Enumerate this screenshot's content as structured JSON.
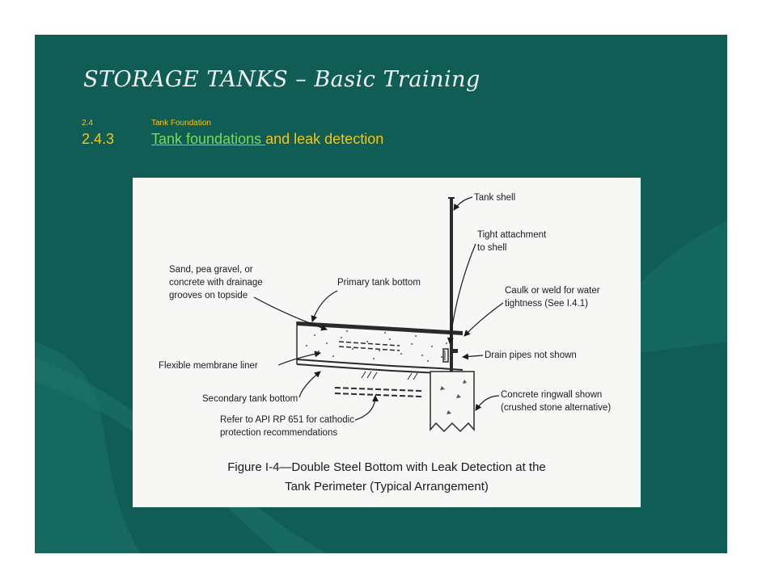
{
  "slide": {
    "title": "STORAGE TANKS – Basic Training",
    "section_number_small": "2.4",
    "section_label_small": "Tank Foundation",
    "section_number": "2.4.3",
    "section_title_link": "Tank foundations ",
    "section_title_rest": "and leak detection"
  },
  "figure": {
    "labels": {
      "tank_shell": "Tank shell",
      "tight_attachment_1": "Tight attachment",
      "tight_attachment_2": "to shell",
      "sand_1": "Sand, pea gravel, or",
      "sand_2": "concrete with drainage",
      "sand_3": "grooves on topside",
      "primary_bottom": "Primary tank bottom",
      "caulk_1": "Caulk or weld for water",
      "caulk_2": "tightness (See I.4.1)",
      "drain_pipes": "Drain pipes not shown",
      "flexible_liner": "Flexible membrane liner",
      "secondary_bottom": "Secondary tank bottom",
      "ringwall_1": "Concrete ringwall shown",
      "ringwall_2": "(crushed stone alternative)",
      "api_1": "Refer to API RP 651 for cathodic",
      "api_2": "protection recommendations"
    },
    "caption_line_1": "Figure I-4—Double Steel Bottom with Leak Detection at the",
    "caption_line_2": "Tank Perimeter (Typical Arrangement)"
  },
  "colors": {
    "slide_background": "#0f5d55",
    "title_text": "#f2f2f2",
    "section_text": "#f5c518",
    "link_text": "#7ed957"
  }
}
